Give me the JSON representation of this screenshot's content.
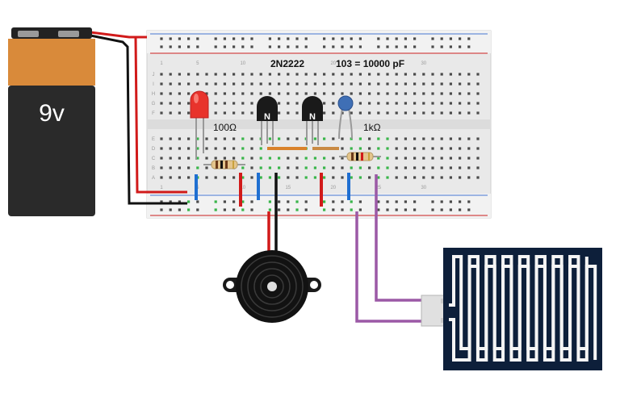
{
  "battery": {
    "label": "9v"
  },
  "components": {
    "transistor_label": "2N2222",
    "capacitor_label": "103 = 10000 pF",
    "resistor_led_label": "100Ω",
    "resistor_base_label": "1kΩ"
  },
  "breadboard": {
    "column_numbers": [
      "1",
      "5",
      "10",
      "15",
      "20",
      "25",
      "30"
    ],
    "row_letters_top": [
      "J",
      "I",
      "H",
      "G",
      "F"
    ],
    "row_letters_bottom": [
      "E",
      "D",
      "C",
      "B",
      "A"
    ]
  },
  "colors": {
    "wire_red": "#d11a1a",
    "wire_black": "#111111",
    "wire_blue": "#1f6fd1",
    "wire_purple": "#9b59a6",
    "led": "#e8332c",
    "capacitor": "#3f6fb5",
    "sensor": "#0d1f3a",
    "battery_top": "#d98a3a",
    "battery_body": "#2a2a2a",
    "breadboard": "#ececec",
    "rail_red": "#d33",
    "rail_blue": "#36c"
  }
}
